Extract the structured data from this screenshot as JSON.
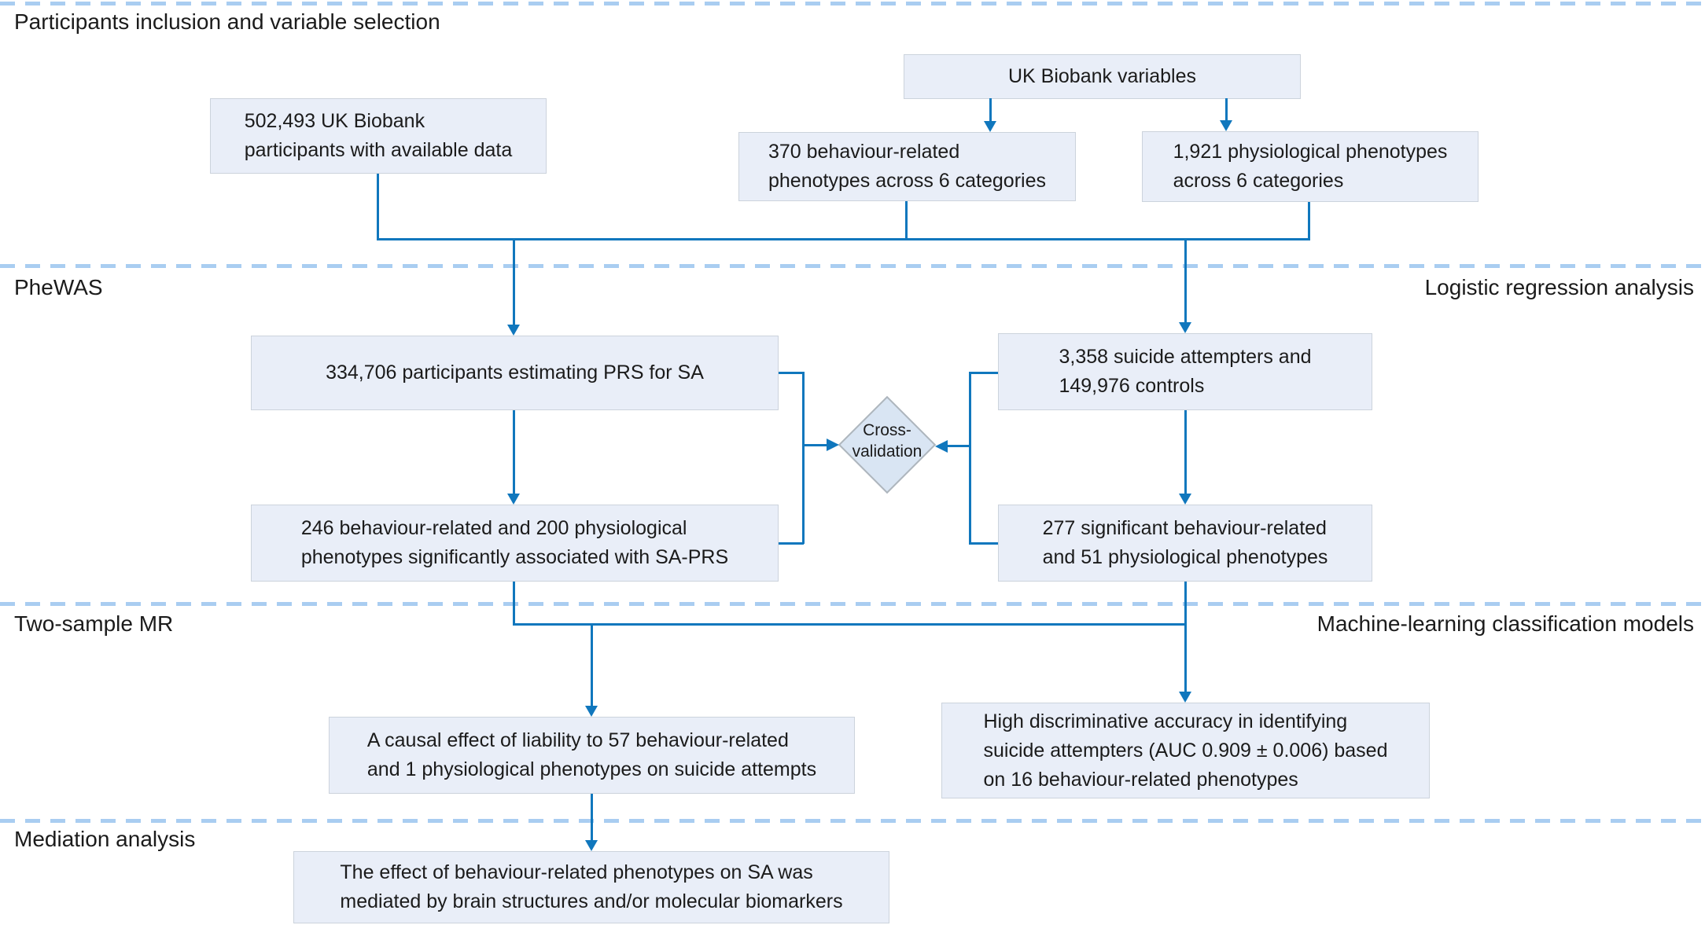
{
  "sections": {
    "s1_label": "Participants inclusion and variable selection",
    "s2_left_label": "PheWAS",
    "s2_right_label": "Logistic regression analysis",
    "s3_left_label": "Two-sample MR",
    "s3_right_label": "Machine-learning classification models",
    "s4_label": "Mediation analysis"
  },
  "nodes": {
    "participants": "502,493 UK Biobank\nparticipants with available data",
    "ukb_variables": "UK Biobank variables",
    "behaviour_phenotypes": "370 behaviour-related\nphenotypes across 6 categories",
    "physiological_phenotypes": "1,921 physiological phenotypes\nacross 6 categories",
    "prs_participants": "334,706 participants estimating PRS for SA",
    "attempters_controls": "3,358 suicide attempters and\n149,976 controls",
    "cross_validation": "Cross-\nvalidation",
    "sa_prs_associated": "246 behaviour-related and 200 physiological\nphenotypes significantly associated with SA-PRS",
    "significant_phenotypes": "277 significant behaviour-related\nand 51 physiological phenotypes",
    "causal_effect": "A causal effect of liability to 57 behaviour-related\nand 1 physiological phenotypes on suicide attempts",
    "discriminative_accuracy": "High discriminative accuracy in identifying\nsuicide attempters (AUC 0.909 ± 0.006) based\non 16 behaviour-related phenotypes",
    "mediation_result": "The effect of behaviour-related phenotypes on SA was\nmediated by brain structures and/or molecular biomarkers"
  },
  "colors": {
    "arrow_blue": "#1077bd",
    "dashed_blue": "#a9cdf1",
    "node_fill": "#e9eef8",
    "node_border": "#ccd3dc",
    "diamond_fill": "#d9e5f3",
    "diamond_border": "#aeb6bd",
    "text": "#1b1b1b",
    "background": "#ffffff"
  }
}
